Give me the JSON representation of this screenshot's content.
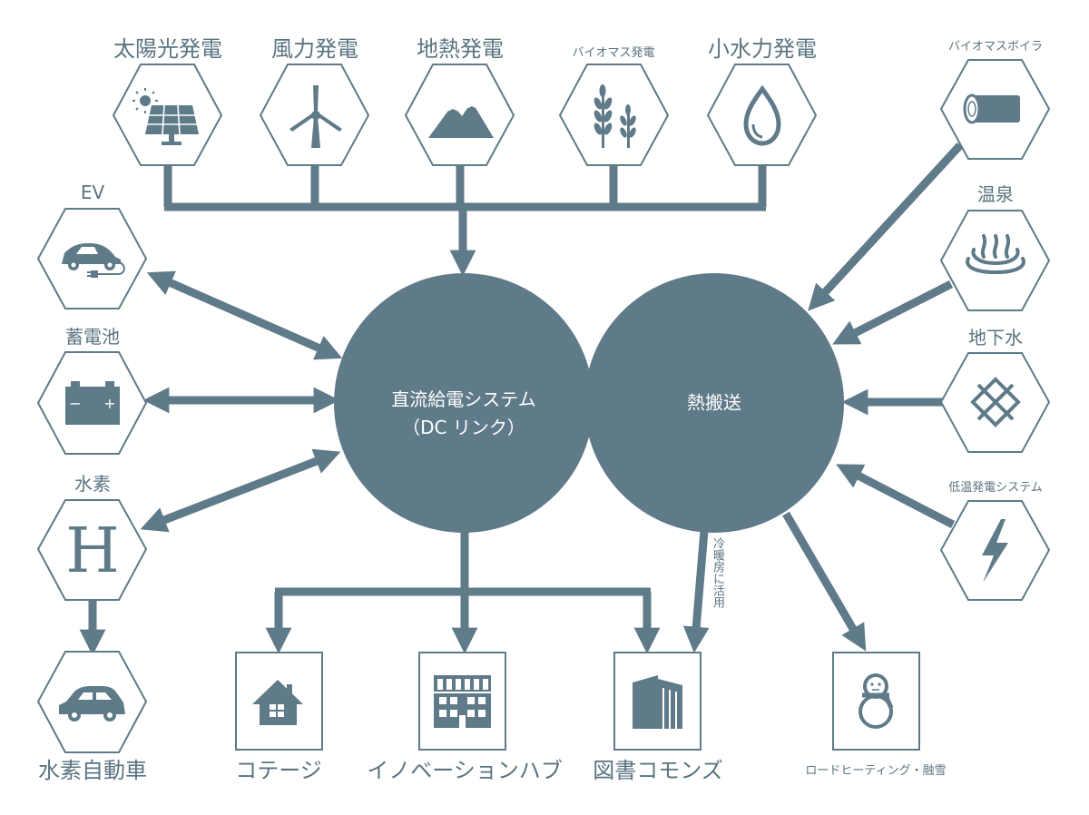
{
  "sources": {
    "solar": "太陽光発電",
    "wind": "風力発電",
    "geothermal": "地熱発電",
    "biomass": "バイオマス発電",
    "hydro": "小水力発電"
  },
  "left": {
    "ev": "EV",
    "battery": "蓄電池",
    "hydrogen": "水素",
    "fcv": "水素自動車"
  },
  "right": {
    "boiler": "バイオマスボイラ",
    "onsen": "温泉",
    "groundwater": "地下水",
    "lowtemp": "低温発電システム"
  },
  "hubs": {
    "dc_line1": "直流給電システム",
    "dc_line2": "（DC リンク）",
    "heat": "熱搬送"
  },
  "bottom": {
    "cottage": "コテージ",
    "hub": "イノベーションハブ",
    "library": "図書コモンズ",
    "road": "ロードヒーティング・融雪"
  },
  "annotation": "冷暖房に活用",
  "icons": {
    "hydrogen_letter": "H",
    "battery_minus": "−",
    "battery_plus": "+"
  },
  "colors": {
    "primary": "#5f7a88",
    "text": "#5a7480",
    "background": "#ffffff"
  }
}
